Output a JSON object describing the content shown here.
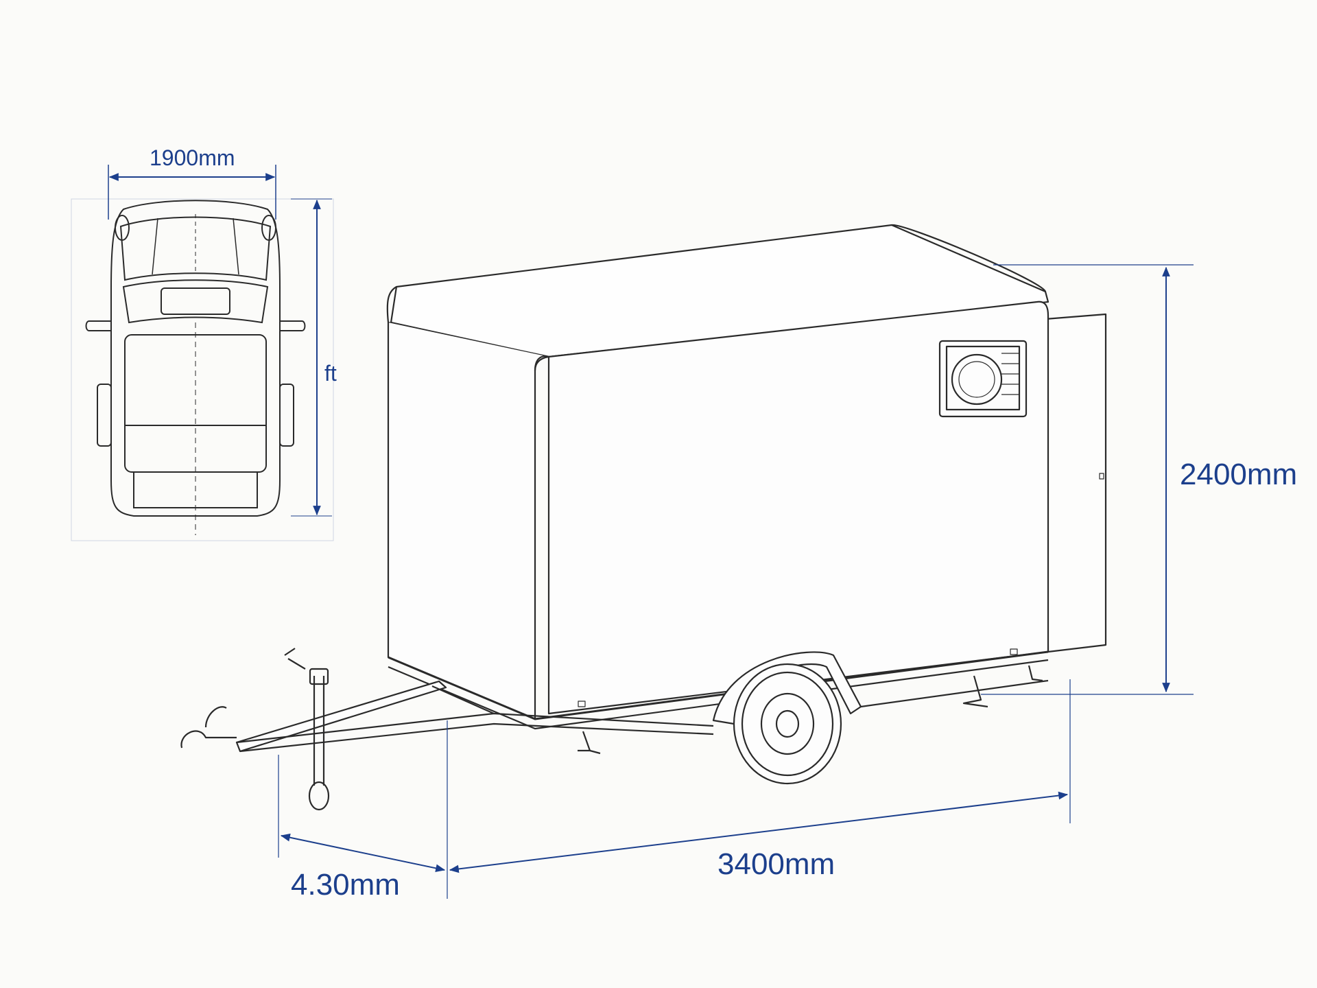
{
  "colors": {
    "dimension": "#1c3f8c",
    "line_art": "#2a2a2a",
    "background": "#fbfbf9"
  },
  "dimensions": {
    "car_width": "1900mm",
    "car_length_unit": "ft",
    "trailer_height": "2400mm",
    "trailer_length": "3400mm",
    "drawbar_length": "4.30mm"
  }
}
